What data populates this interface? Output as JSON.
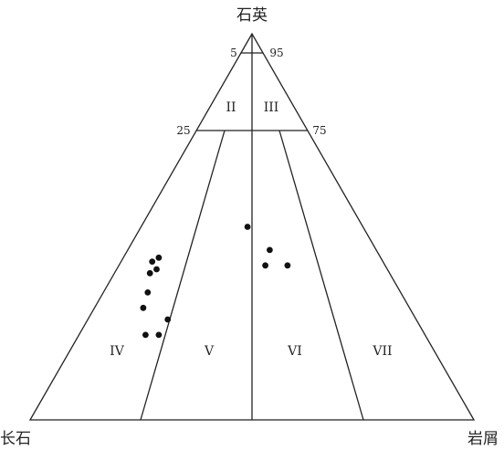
{
  "vertices": {
    "top": "石英",
    "left": "长石",
    "right": "岩屑"
  },
  "ticks": {
    "quartz_5": "5",
    "quartz_95": "95",
    "quartz_25": "25",
    "quartz_75": "75"
  },
  "fields": {
    "II": "II",
    "III": "III",
    "IV": "IV",
    "V": "V",
    "VI": "VI",
    "VII": "VII"
  },
  "chart_data": {
    "type": "scatter",
    "axes": [
      "石英",
      "长石",
      "岩屑"
    ],
    "boundaries": {
      "quartz_lines_percent": [
        95,
        75
      ],
      "feldspar_to_lithic_ratio_lines": [
        "3:1",
        "1:1",
        "1:3"
      ]
    },
    "points": [
      {
        "quartz": 42,
        "feldspar": 50,
        "lithic": 8
      },
      {
        "quartz": 41,
        "feldspar": 52,
        "lithic": 7
      },
      {
        "quartz": 39,
        "feldspar": 52,
        "lithic": 9
      },
      {
        "quartz": 38,
        "feldspar": 54,
        "lithic": 8
      },
      {
        "quartz": 33,
        "feldspar": 57,
        "lithic": 10
      },
      {
        "quartz": 29,
        "feldspar": 60,
        "lithic": 11
      },
      {
        "quartz": 26,
        "feldspar": 56,
        "lithic": 18
      },
      {
        "quartz": 22,
        "feldspar": 63,
        "lithic": 15
      },
      {
        "quartz": 22,
        "feldspar": 60,
        "lithic": 18
      },
      {
        "quartz": 50,
        "feldspar": 26,
        "lithic": 24
      },
      {
        "quartz": 44,
        "feldspar": 24,
        "lithic": 32
      },
      {
        "quartz": 40,
        "feldspar": 27,
        "lithic": 33
      },
      {
        "quartz": 40,
        "feldspar": 22,
        "lithic": 38
      }
    ]
  }
}
